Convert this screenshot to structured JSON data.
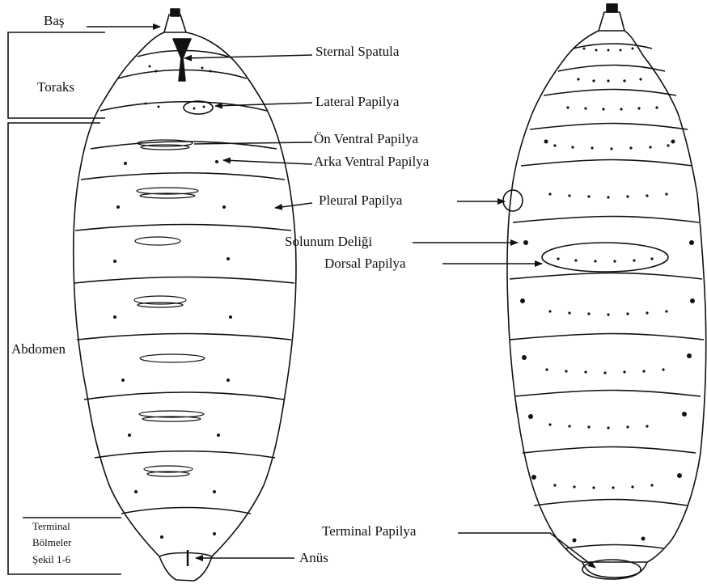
{
  "figure": {
    "labels": {
      "bas": "Baş",
      "toraks": "Toraks",
      "abdomen": "Abdomen",
      "terminal_line1": "Terminal",
      "terminal_line2": "Bölmeler",
      "terminal_line3": "Şekil 1-6",
      "sternal_spatula": "Sternal Spatula",
      "lateral_papilya": "Lateral Papilya",
      "on_ventral_papilya": "Ön Ventral Papilya",
      "arka_ventral_papilya": "Arka Ventral Papilya",
      "pleural_papilya": "Pleural Papilya",
      "solunum_deligi": "Solunum Deliği",
      "dorsal_papilya": "Dorsal Papilya",
      "terminal_papilya": "Terminal Papilya",
      "anus": "Anüs"
    },
    "views": [
      "ventral-view",
      "dorsal-view"
    ],
    "colors": {
      "ink": "#111111",
      "background": "#ffffff"
    }
  }
}
